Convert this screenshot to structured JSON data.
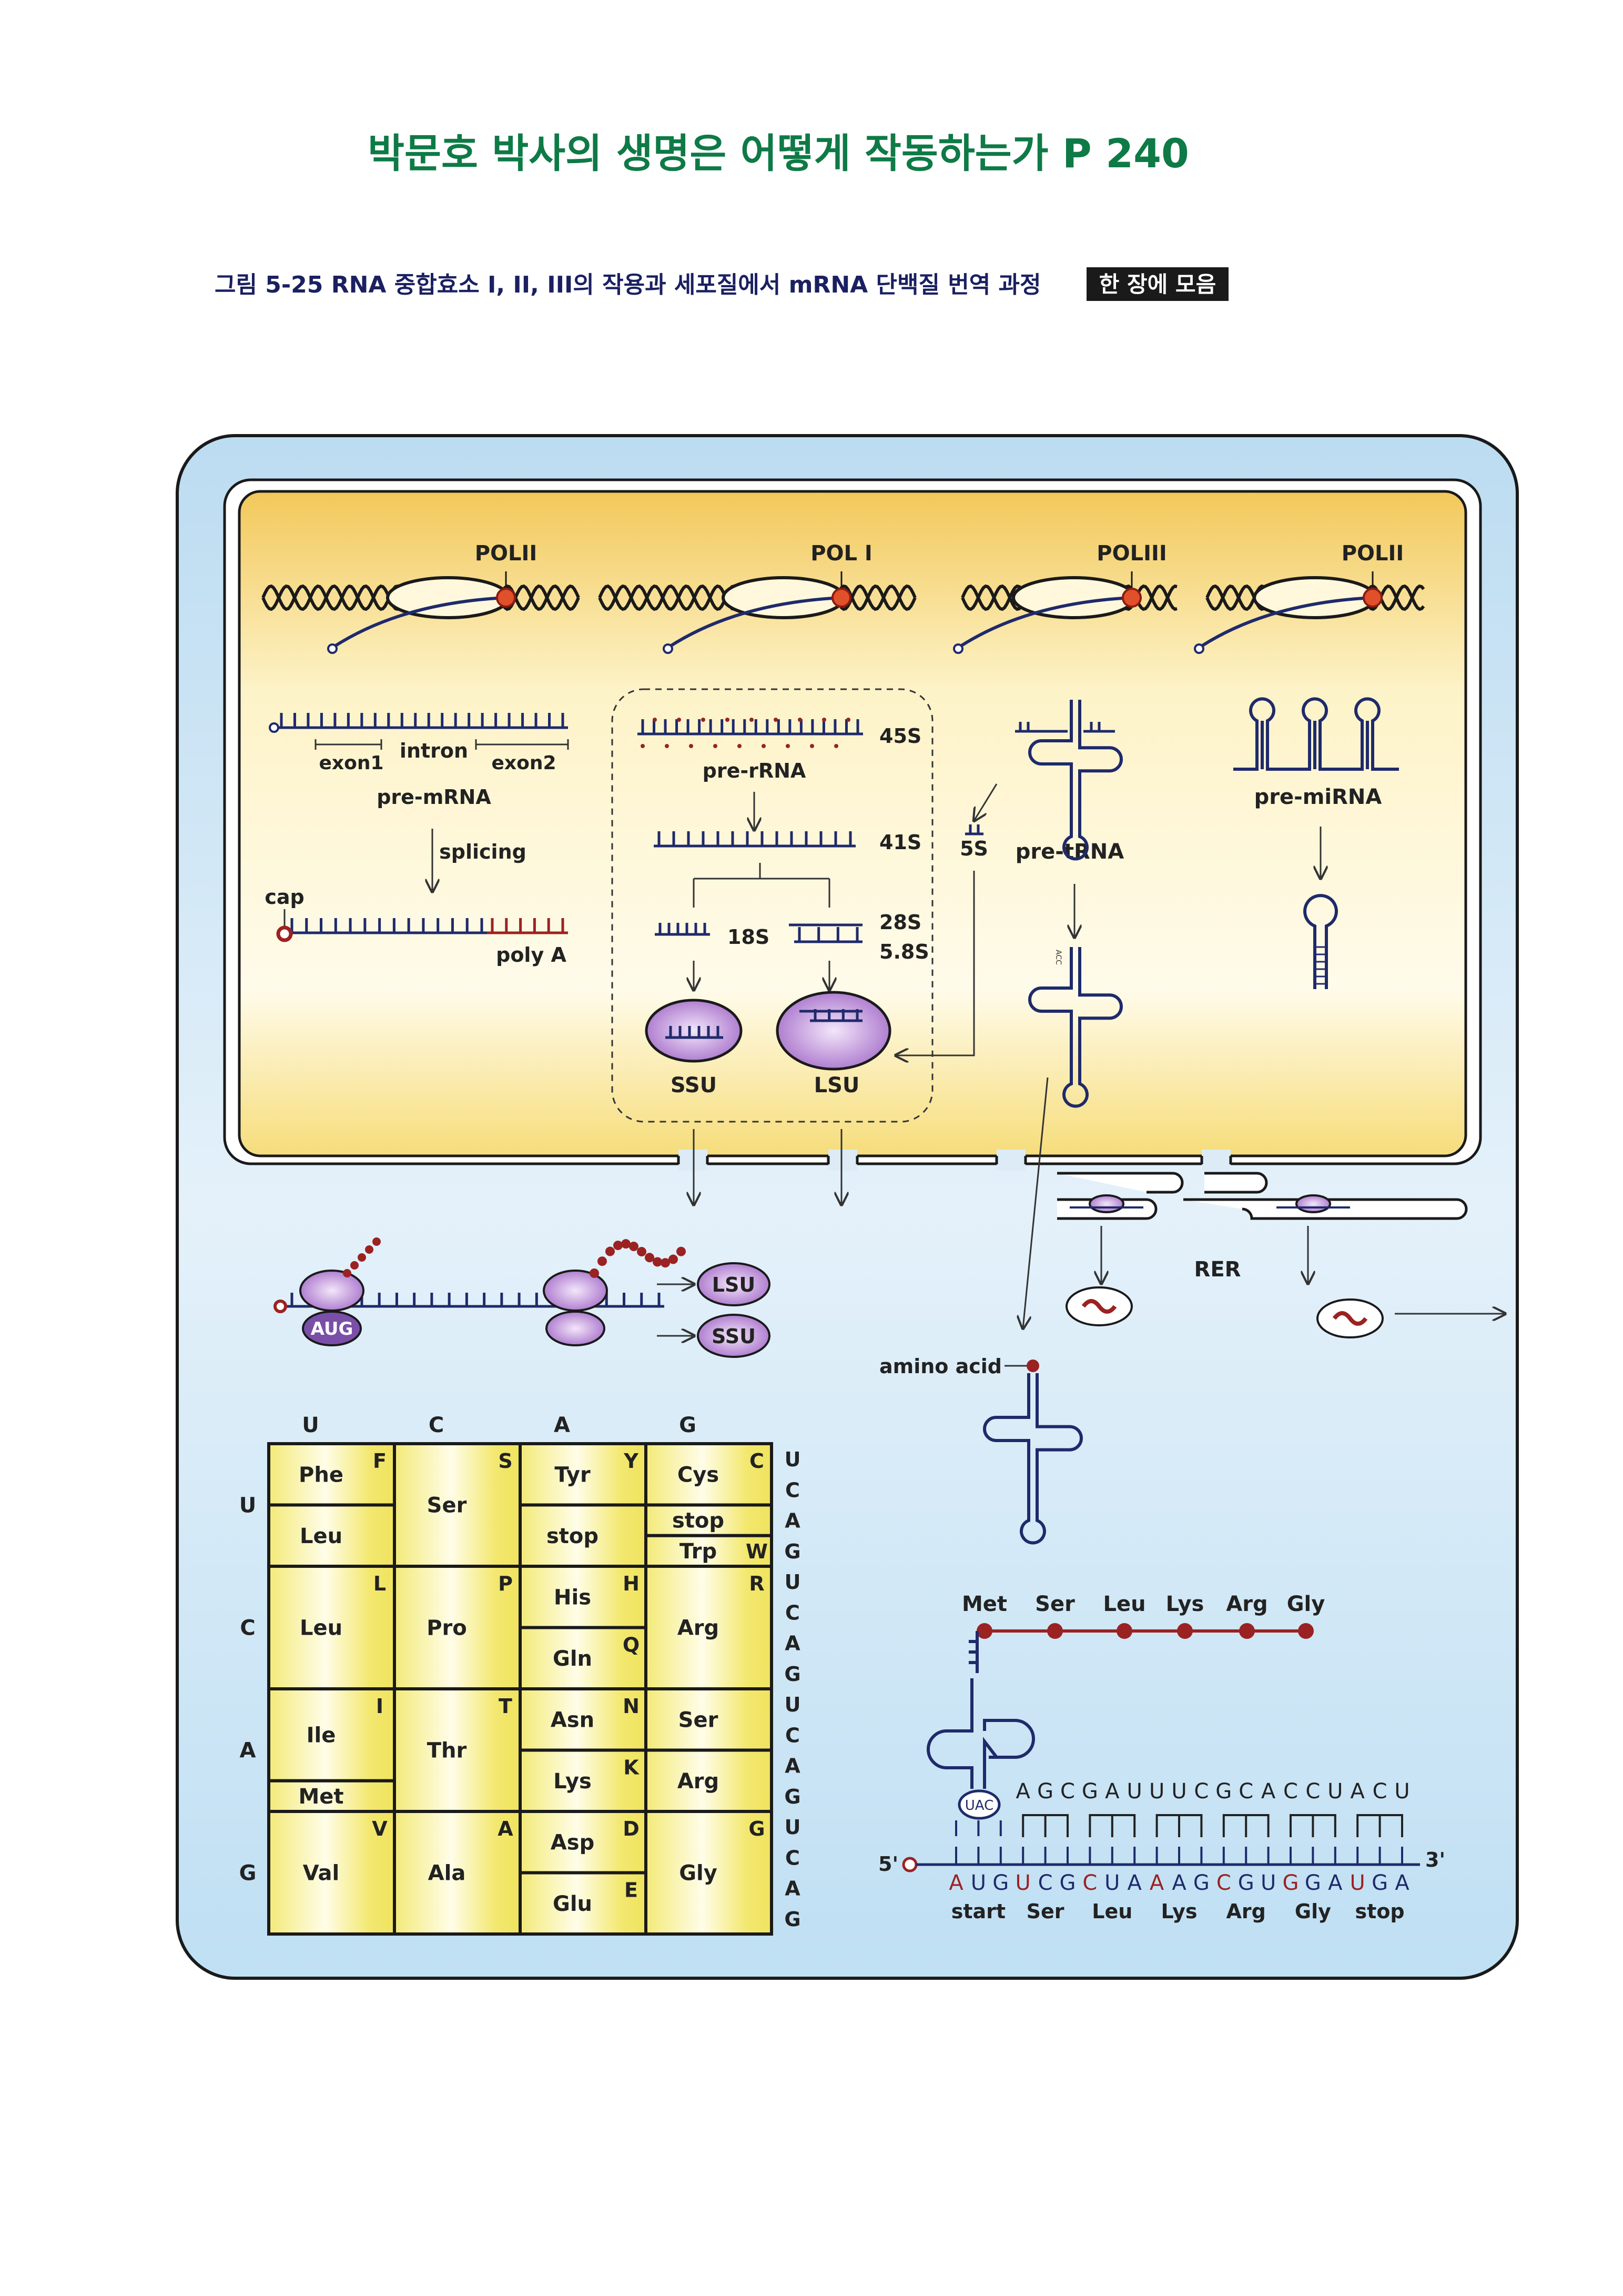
{
  "header": {
    "title": "박문호 박사의 생명은 어떻게 작동하는가 P 240",
    "caption": "그림 5-25  RNA 중합효소 I, II, III의 작용과 세포질에서 mRNA 단백질 번역 과정",
    "badge": "한 장에 모음"
  },
  "colors": {
    "title": "#0e7a46",
    "strand": "#1f2a6b",
    "accent_red": "#9b2222",
    "nucleus": "#f6d970",
    "cytoplasm": "#cfe6f5",
    "table_yellow": "#f3ea7a"
  },
  "nucleus": {
    "polymerases": [
      "POLII",
      "POL I",
      "POLIII",
      "POLII"
    ],
    "pre_mrna": {
      "exon1": "exon1",
      "intron": "intron",
      "exon2": "exon2",
      "label": "pre-mRNA",
      "splicing": "splicing",
      "cap": "cap",
      "polya": "poly A"
    },
    "rrna": {
      "s45": "45S",
      "pre": "pre-rRNA",
      "s41": "41S",
      "s18": "18S",
      "s28": "28S",
      "s58": "5.8S",
      "ssu": "SSU",
      "lsu": "LSU"
    },
    "trna": {
      "s5": "5S",
      "pre": "pre-tRNA",
      "acc": "ACC"
    },
    "mirna": {
      "pre": "pre-miRNA"
    }
  },
  "cytoplasm": {
    "aug": "AUG",
    "lsu": "LSU",
    "ssu": "SSU",
    "rer": "RER",
    "amino_acid": "amino acid"
  },
  "codon_table": {
    "col_headers": [
      "U",
      "C",
      "A",
      "G"
    ],
    "row_headers": [
      "U",
      "C",
      "A",
      "G"
    ],
    "third_letters": [
      "U",
      "C",
      "A",
      "G"
    ],
    "rows": [
      [
        [
          {
            "n": "Phe",
            "c": "F",
            "s": 2
          },
          {
            "n": "Leu",
            "c": "",
            "s": 2
          }
        ],
        [
          {
            "n": "Ser",
            "c": "S",
            "s": 4
          }
        ],
        [
          {
            "n": "Tyr",
            "c": "Y",
            "s": 2
          },
          {
            "n": "stop",
            "c": "",
            "s": 2
          }
        ],
        [
          {
            "n": "Cys",
            "c": "C",
            "s": 2
          },
          {
            "n": "stop",
            "c": "",
            "s": 1
          },
          {
            "n": "Trp",
            "c": "W",
            "s": 1
          }
        ]
      ],
      [
        [
          {
            "n": "Leu",
            "c": "L",
            "s": 4
          }
        ],
        [
          {
            "n": "Pro",
            "c": "P",
            "s": 4
          }
        ],
        [
          {
            "n": "His",
            "c": "H",
            "s": 2
          },
          {
            "n": "Gln",
            "c": "Q",
            "s": 2
          }
        ],
        [
          {
            "n": "Arg",
            "c": "R",
            "s": 4
          }
        ]
      ],
      [
        [
          {
            "n": "Ile",
            "c": "I",
            "s": 3
          },
          {
            "n": "Met",
            "c": "",
            "s": 1
          }
        ],
        [
          {
            "n": "Thr",
            "c": "T",
            "s": 4
          }
        ],
        [
          {
            "n": "Asn",
            "c": "N",
            "s": 2
          },
          {
            "n": "Lys",
            "c": "K",
            "s": 2
          }
        ],
        [
          {
            "n": "Ser",
            "c": "",
            "s": 2
          },
          {
            "n": "Arg",
            "c": "",
            "s": 2
          }
        ]
      ],
      [
        [
          {
            "n": "Val",
            "c": "V",
            "s": 4
          }
        ],
        [
          {
            "n": "Ala",
            "c": "A",
            "s": 4
          }
        ],
        [
          {
            "n": "Asp",
            "c": "D",
            "s": 2
          },
          {
            "n": "Glu",
            "c": "E",
            "s": 2
          }
        ],
        [
          {
            "n": "Gly",
            "c": "G",
            "s": 4
          }
        ]
      ]
    ]
  },
  "translation": {
    "peptide": [
      "Met",
      "Ser",
      "Leu",
      "Lys",
      "Arg",
      "Gly"
    ],
    "anticodon_loop": "UAC",
    "trna_bases": [
      "A",
      "G",
      "C",
      "G",
      "A",
      "U",
      "U",
      "U",
      "C",
      "G",
      "C",
      "A",
      "C",
      "C",
      "U",
      "A",
      "C",
      "U"
    ],
    "mrna": [
      "A",
      "U",
      "G",
      "U",
      "C",
      "G",
      "C",
      "U",
      "A",
      "A",
      "A",
      "G",
      "C",
      "G",
      "U",
      "G",
      "G",
      "A",
      "U",
      "G",
      "A"
    ],
    "five_prime": "5'",
    "three_prime": "3'",
    "codon_labels": [
      "start",
      "Ser",
      "Leu",
      "Lys",
      "Arg",
      "Gly",
      "stop"
    ]
  }
}
